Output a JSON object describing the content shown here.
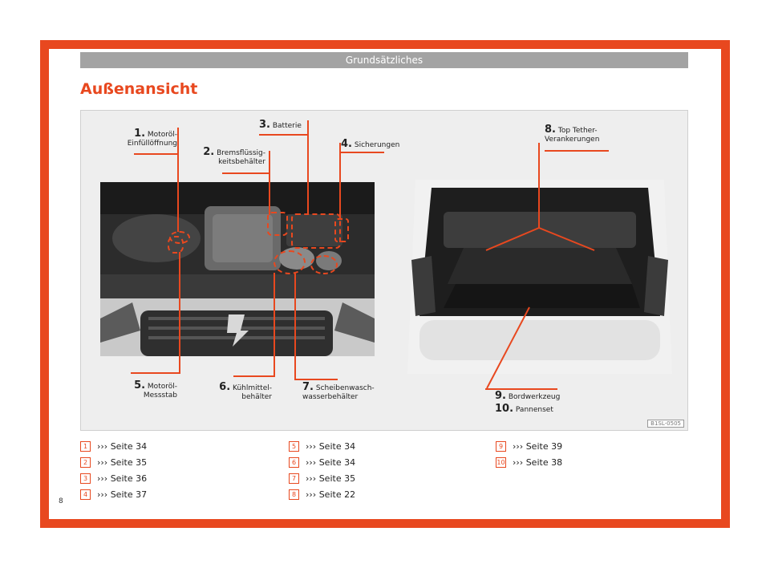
{
  "header": {
    "section": "Grundsätzliches"
  },
  "title": "Außenansicht",
  "figure": {
    "id": "B1SL-0505",
    "labels": {
      "l1": {
        "num": "1.",
        "text": "Motoröl-",
        "text2": "Einfüllöffnung"
      },
      "l2": {
        "num": "2.",
        "text": "Bremsflüssig-",
        "text2": "keitsbehälter"
      },
      "l3": {
        "num": "3.",
        "text": "Batterie"
      },
      "l4": {
        "num": "4.",
        "text": "Sicherungen"
      },
      "l5": {
        "num": "5.",
        "text": "Motoröl-",
        "text2": "Messstab"
      },
      "l6": {
        "num": "6.",
        "text": "Kühlmittel-",
        "text2": "behälter"
      },
      "l7": {
        "num": "7.",
        "text": "Scheibenwasch-",
        "text2": "wasserbehälter"
      },
      "l8": {
        "num": "8.",
        "text": "Top Tether-",
        "text2": "Verankerungen"
      },
      "l9": {
        "num": "9.",
        "text": "Bordwerkzeug"
      },
      "l10": {
        "num": "10.",
        "text": "Pannenset"
      }
    }
  },
  "references": [
    {
      "num": "1",
      "text": "››› Seite 34"
    },
    {
      "num": "2",
      "text": "››› Seite 35"
    },
    {
      "num": "3",
      "text": "››› Seite 36"
    },
    {
      "num": "4",
      "text": "››› Seite 37"
    },
    {
      "num": "5",
      "text": "››› Seite 34"
    },
    {
      "num": "6",
      "text": "››› Seite 34"
    },
    {
      "num": "7",
      "text": "››› Seite 35"
    },
    {
      "num": "8",
      "text": "››› Seite 22"
    },
    {
      "num": "9",
      "text": "››› Seite 39"
    },
    {
      "num": "10",
      "text": "››› Seite 38"
    }
  ],
  "page_number": "8",
  "colors": {
    "accent": "#e8481f",
    "header_bar": "#a3a3a3"
  }
}
